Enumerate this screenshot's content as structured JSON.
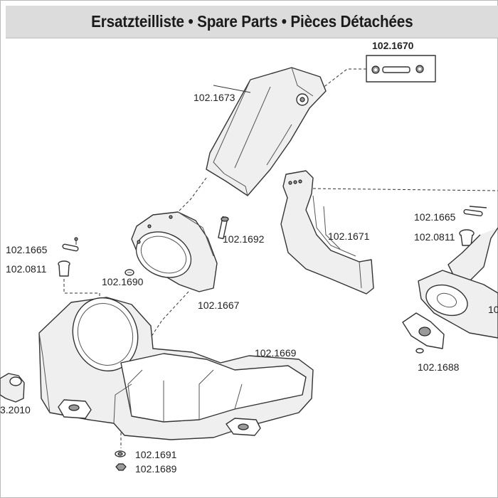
{
  "header": {
    "title": "Ersatzteilliste • Spare Parts • Pièces Détachées"
  },
  "parts": {
    "p1670": "102.1670",
    "p1673": "102.1673",
    "p1665_right": "102.1665",
    "p0811_right": "102.0811",
    "p1671": "102.1671",
    "p1692": "102.1692",
    "p1665_left": "102.1665",
    "p0811_left": "102.0811",
    "p1690": "102.1690",
    "p1667": "102.1667",
    "p1669": "102.1669",
    "p1688": "102.1688",
    "p_cut_right": "10",
    "p2010": "3.2010",
    "p1691": "102.1691",
    "p1689": "102.1689"
  }
}
